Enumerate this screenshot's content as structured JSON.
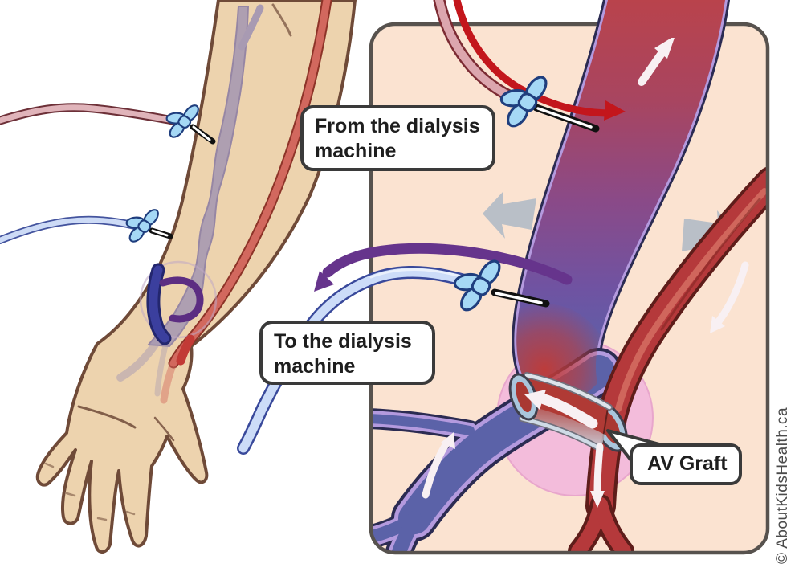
{
  "figure": {
    "type": "medical-illustration",
    "subject_parts": [
      "arm-with-av-graft",
      "hand",
      "butterfly-needles",
      "dialysis-tubing",
      "zoom-panel-of-graft-site",
      "fistula-vein",
      "artery",
      "av-graft-tube",
      "blood-flow-arrows",
      "vessel-dilation-arrows",
      "graft-highlight-circle"
    ]
  },
  "labels": {
    "from_machine_line1": "From the dialysis",
    "from_machine_line2": "machine",
    "to_machine_line1": "To the dialysis",
    "to_machine_line2": "machine",
    "av_graft": "AV Graft"
  },
  "watermark": "© AboutKidsHealth.ca",
  "colors": {
    "skin": "#edd3ae",
    "skin_outline": "#6f4a38",
    "arm_vein": "#a89ab2",
    "panel_bg": "#fbe3d1",
    "panel_border": "#57524e",
    "circle_pink": "#f3bcdb",
    "circle_pink_edge": "#e8a6cc",
    "vessel_red": "#b8434a",
    "vessel_purple": "#84509a",
    "vein_blue": "#5b62a8",
    "vein_edge": "#b49ade",
    "vein_outline": "#2b2b52",
    "artery": "#b5393b",
    "artery_dark": "#5e1d1a",
    "artery_highlight": "#d2685e",
    "graft_cuff": "#a9c6dc",
    "tube_pink": "#dca6ae",
    "tube_pink_edge": "#7c2b33",
    "tube_blue": "#ccdcf8",
    "tube_blue_edge": "#39499b",
    "needle_blue": "#a5d8f5",
    "needle_outline": "#1f3e7e",
    "arrow_red": "#c3161c",
    "arrow_purple": "#66348c",
    "arrow_gray": "#b9bfc7",
    "arrow_white": "#f8f0f3",
    "label_border": "#3a3a3a",
    "label_text": "#1e1e1e",
    "watermark": "#4b4b4b"
  }
}
